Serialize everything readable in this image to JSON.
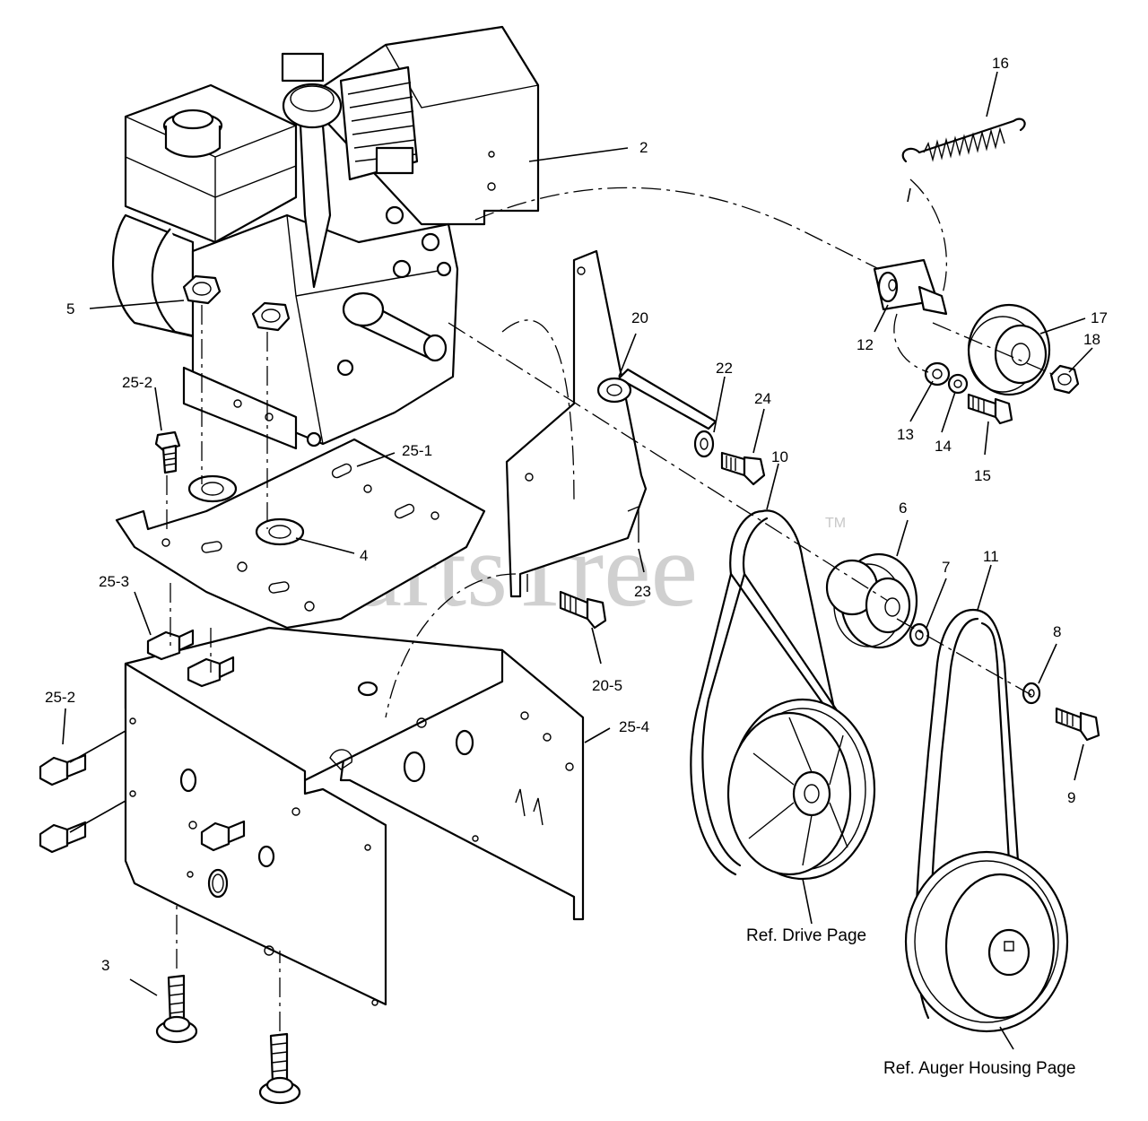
{
  "watermark": {
    "text": "PartsTree",
    "mark": "TM"
  },
  "callouts": {
    "c2": "2",
    "c3": "3",
    "c4": "4",
    "c5": "5",
    "c6": "6",
    "c7": "7",
    "c8": "8",
    "c9": "9",
    "c10": "10",
    "c11": "11",
    "c12": "12",
    "c13": "13",
    "c14": "14",
    "c15": "15",
    "c16": "16",
    "c17": "17",
    "c18": "18",
    "c20": "20",
    "c20_5": "20-5",
    "c22": "22",
    "c23": "23",
    "c24": "24",
    "c25_1": "25-1",
    "c25_2a": "25-2",
    "c25_2b": "25-2",
    "c25_3": "25-3",
    "c25_4": "25-4"
  },
  "references": {
    "drive": "Ref. Drive Page",
    "auger": "Ref. Auger Housing Page"
  }
}
